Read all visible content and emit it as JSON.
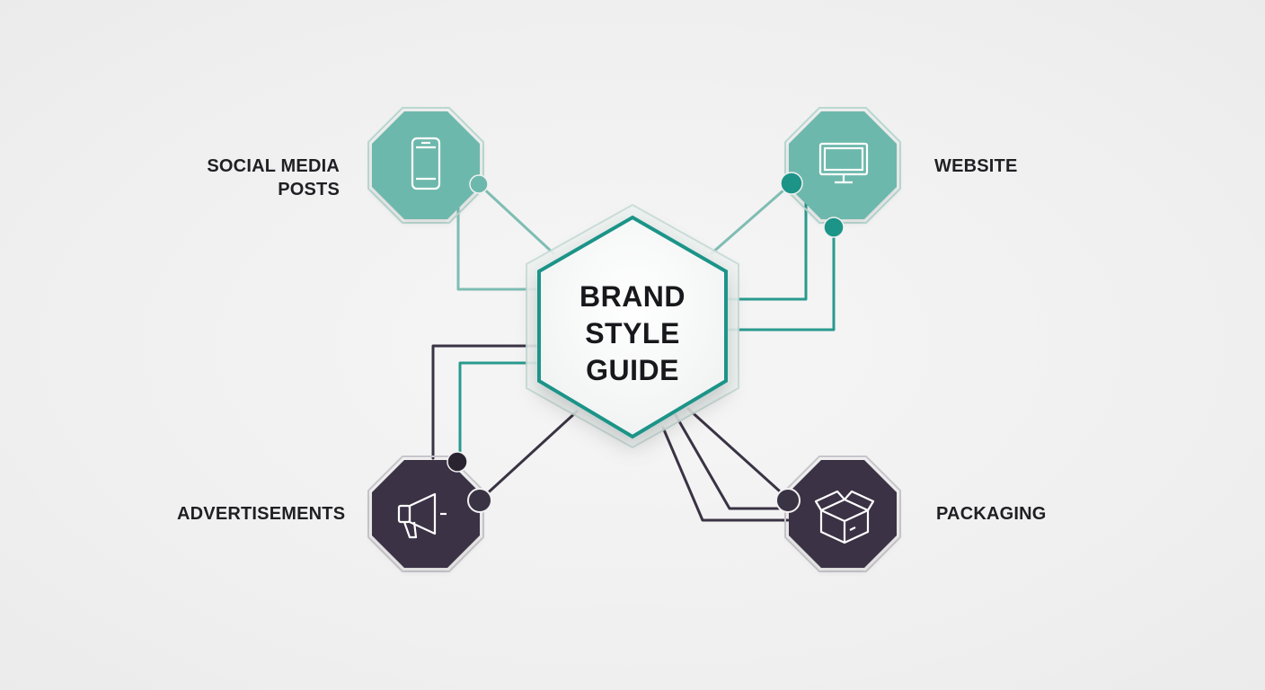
{
  "center": {
    "title_line1": "BRAND",
    "title_line2": "STYLE",
    "title_line3": "GUIDE"
  },
  "nodes": {
    "social": {
      "label_line1": "SOCIAL MEDIA",
      "label_line2": "POSTS",
      "icon": "smartphone-icon"
    },
    "website": {
      "label": "WEBSITE",
      "icon": "monitor-icon"
    },
    "ads": {
      "label": "ADVERTISEMENTS",
      "icon": "megaphone-icon"
    },
    "packaging": {
      "label": "PACKAGING",
      "icon": "box-icon"
    }
  },
  "colors": {
    "teal": "#6db8ac",
    "teal_dark": "#1d9488",
    "plum": "#3a3344",
    "background": "#f1f1f1"
  }
}
